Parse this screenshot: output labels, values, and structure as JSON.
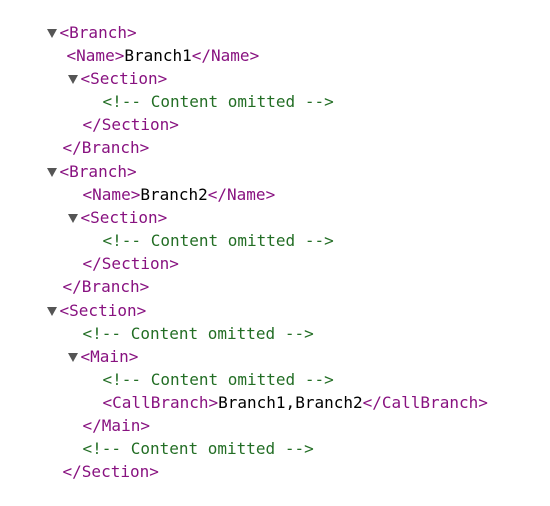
{
  "xml": {
    "branch1": {
      "open": "<Branch>",
      "close": "</Branch>",
      "name_open": "<Name>",
      "name_value": "Branch1",
      "name_close": "</Name>",
      "section_open": "<Section>",
      "section_comment": "<!-- Content omitted -->",
      "section_close": "</Section>"
    },
    "branch2": {
      "open": "<Branch>",
      "close": "</Branch>",
      "name_open": "<Name>",
      "name_value": "Branch2",
      "name_close": "</Name>",
      "section_open": "<Section>",
      "section_comment": "<!-- Content omitted -->",
      "section_close": "</Section>"
    },
    "section": {
      "open": "<Section>",
      "comment_before": "<!-- Content omitted -->",
      "main_open": "<Main>",
      "main_comment": "<!-- Content omitted -->",
      "callbranch_open": "<CallBranch>",
      "callbranch_value": "Branch1,Branch2",
      "callbranch_close": "</CallBranch>",
      "main_close": "</Main>",
      "comment_after": "<!-- Content omitted -->",
      "close": "</Section>"
    }
  },
  "icons": {
    "toggle": "disclosure-triangle-expanded-icon"
  },
  "colors": {
    "tag": "#881280",
    "comment": "#236e25",
    "text": "#000000",
    "toggle": "#555555",
    "background": "#ffffff"
  }
}
